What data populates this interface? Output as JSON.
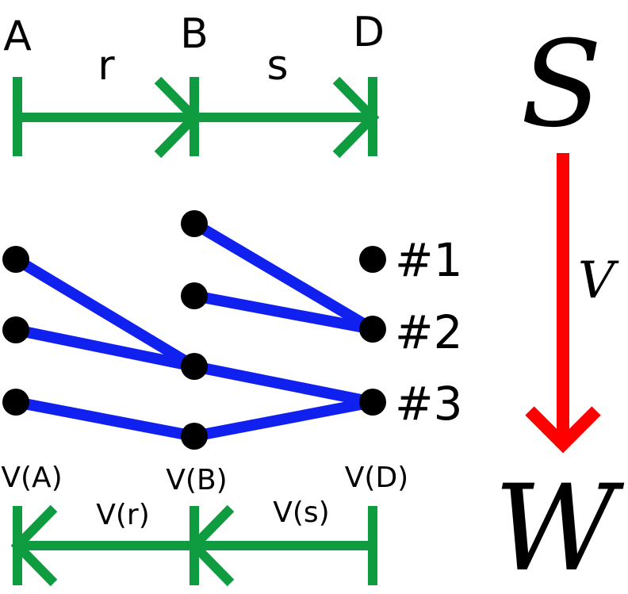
{
  "top": {
    "labels": {
      "a": "A",
      "b": "B",
      "d": "D",
      "r": "r",
      "s": "s"
    }
  },
  "middle": {
    "labels": {
      "n1": "#1",
      "n2": "#2",
      "n3": "#3"
    }
  },
  "bottom": {
    "labels": {
      "va": "V(A)",
      "vb": "V(B)",
      "vd": "V(D)",
      "vr": "V(r)",
      "vs": "V(s)"
    }
  },
  "functor": {
    "source": "S",
    "target": "W",
    "arrow_label": "V"
  },
  "colors": {
    "green": "#0f9b3f",
    "blue": "#1020ee",
    "red": "#ff0000",
    "dot": "#000000"
  }
}
